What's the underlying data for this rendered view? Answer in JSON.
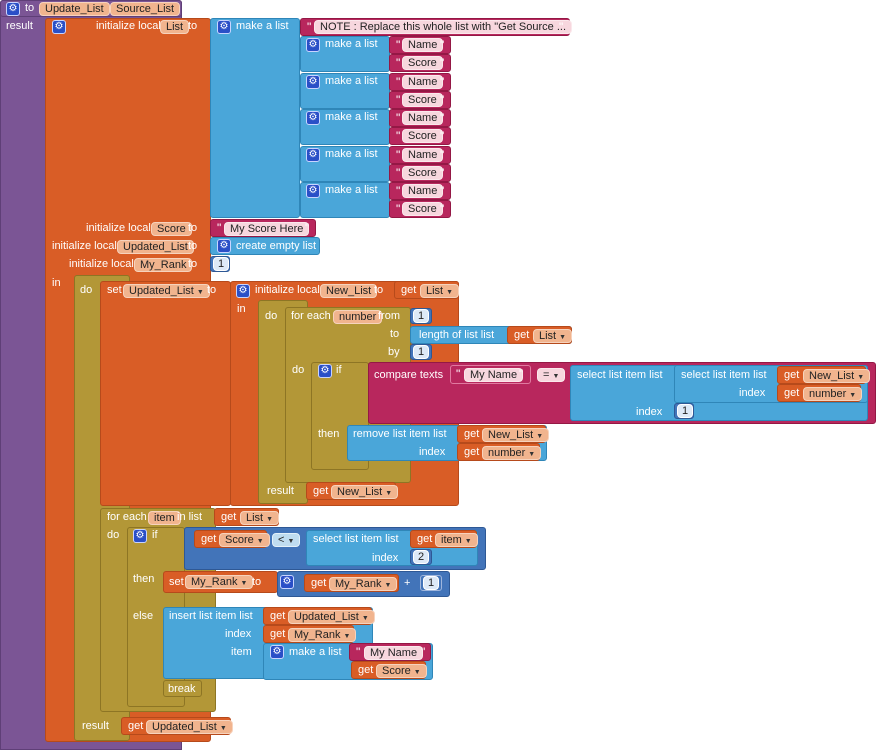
{
  "proc": {
    "kw_to": "to",
    "name": "Update_List",
    "param": "Source_List",
    "result": "result"
  },
  "init_list": {
    "kw": "initialize local",
    "var": "List",
    "to": "to"
  },
  "make_list": "make a list",
  "note": "NOTE : Replace this whole list with \"Get Source ...",
  "pairs": [
    [
      "Name",
      "Score"
    ],
    [
      "Name",
      "Score"
    ],
    [
      "Name",
      "Score"
    ],
    [
      "Name",
      "Score"
    ],
    [
      "Name",
      "Score"
    ]
  ],
  "init_score": {
    "kw": "initialize local",
    "var": "Score",
    "to": "to",
    "value": "My Score Here"
  },
  "init_updated": {
    "kw": "initialize local",
    "var": "Updated_List",
    "to": "to",
    "value": "create empty list"
  },
  "init_rank": {
    "kw": "initialize local",
    "var": "My_Rank",
    "to": "to",
    "value": "1"
  },
  "kw": {
    "in": "in",
    "do": "do",
    "set": "set",
    "to": "to",
    "get": "get",
    "result": "result",
    "if": "if",
    "then": "then",
    "else": "else",
    "break": "break",
    "index": "index",
    "by": "by",
    "from": "from",
    "item": "item",
    "list": "list",
    "plus": "+",
    "lt": "<",
    "eq": "="
  },
  "set_updated": {
    "var": "Updated_List"
  },
  "init_new": {
    "kw": "initialize local",
    "var": "New_List",
    "to": "to",
    "get_var": "List"
  },
  "for_each_number": {
    "kw": "for each",
    "var": "number",
    "from": "1",
    "by": "1"
  },
  "length_of": {
    "label": "length of list  list",
    "get_var": "List"
  },
  "compare": {
    "label": "compare texts",
    "text": "My Name",
    "op": "="
  },
  "select_item": {
    "label": "select list item  list",
    "get_new": "New_List",
    "get_number": "number",
    "index_val": "1"
  },
  "remove_item": {
    "label": "remove list item  list",
    "get_new": "New_List",
    "get_number": "number"
  },
  "result_new": {
    "get_var": "New_List"
  },
  "for_each_item": {
    "kw": "for each",
    "var": "item",
    "in_list": "in list",
    "get_var": "List"
  },
  "if2": {
    "get_score": "Score",
    "get_item": "item",
    "index_val": "2"
  },
  "set_rank": {
    "var": "My_Rank",
    "get_var": "My_Rank",
    "num": "1"
  },
  "insert_item": {
    "label": "insert list item  list",
    "get_updated": "Updated_List",
    "get_rank": "My_Rank",
    "name_text": "My Name",
    "get_score": "Score"
  },
  "final_result": {
    "get_var": "Updated_List"
  }
}
